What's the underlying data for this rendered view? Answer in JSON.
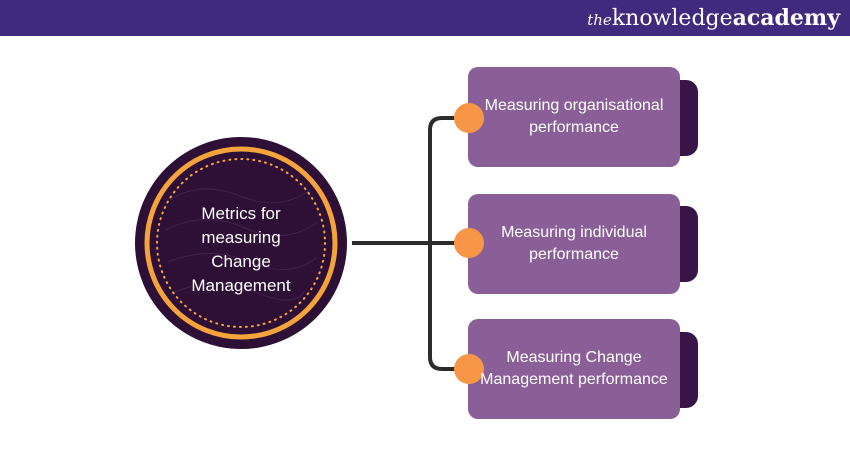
{
  "brand": {
    "prefix": "the",
    "word1": "knowledge",
    "word2": "academy"
  },
  "colors": {
    "header": "#3f2a7e",
    "center_fill": "#2e1036",
    "center_ring": "#f5a43b",
    "card_fill": "#8a5f98",
    "card_shadow": "#3a1446",
    "connector_dot": "#f79646",
    "line": "#2b2b2b"
  },
  "center": {
    "label": "Metrics for measuring Change Management"
  },
  "items": [
    {
      "label": "Measuring organisational performance"
    },
    {
      "label": "Measuring individual performance"
    },
    {
      "label": "Measuring Change Management performance"
    }
  ]
}
